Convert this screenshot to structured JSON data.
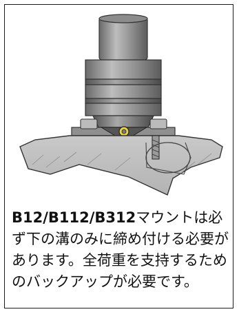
{
  "figure": {
    "icon": "mount-assembly-cross-section"
  },
  "caption": {
    "highlight": "B12/B112/B312",
    "text": "マウントは必ず下の溝のみに締め付ける必要があります。全荷重を支持するためのバックアップが必要です。"
  }
}
